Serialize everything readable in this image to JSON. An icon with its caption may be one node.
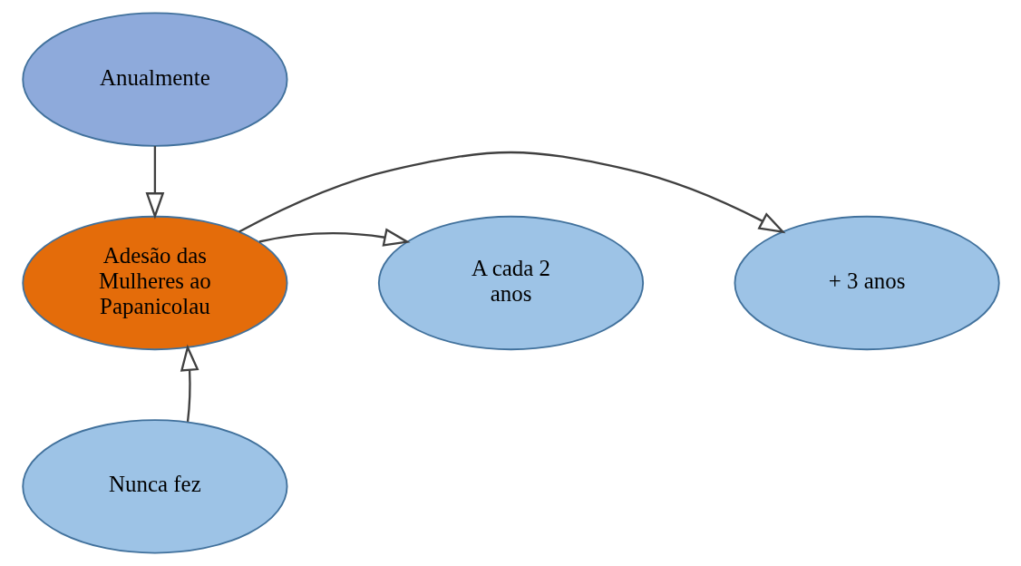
{
  "diagram": {
    "nodes": [
      {
        "text": [
          "Anualmente"
        ]
      },
      {
        "text": [
          "+ 3 anos"
        ]
      },
      {
        "text": [
          "Adesão das Mulheres ao Papanicolau"
        ]
      },
      {
        "text": [
          "A cada 2 anos"
        ]
      },
      {
        "text": [
          "Nunca fez"
        ]
      }
    ],
    "edges": [
      {
        "from": 0,
        "to": 2,
        "arrow": "to"
      },
      {
        "from": 2,
        "to": 1,
        "arrow": "to"
      },
      {
        "from": 2,
        "to": 3,
        "arrow": "to"
      },
      {
        "from": 4,
        "to": 2,
        "arrow": "to"
      }
    ]
  }
}
